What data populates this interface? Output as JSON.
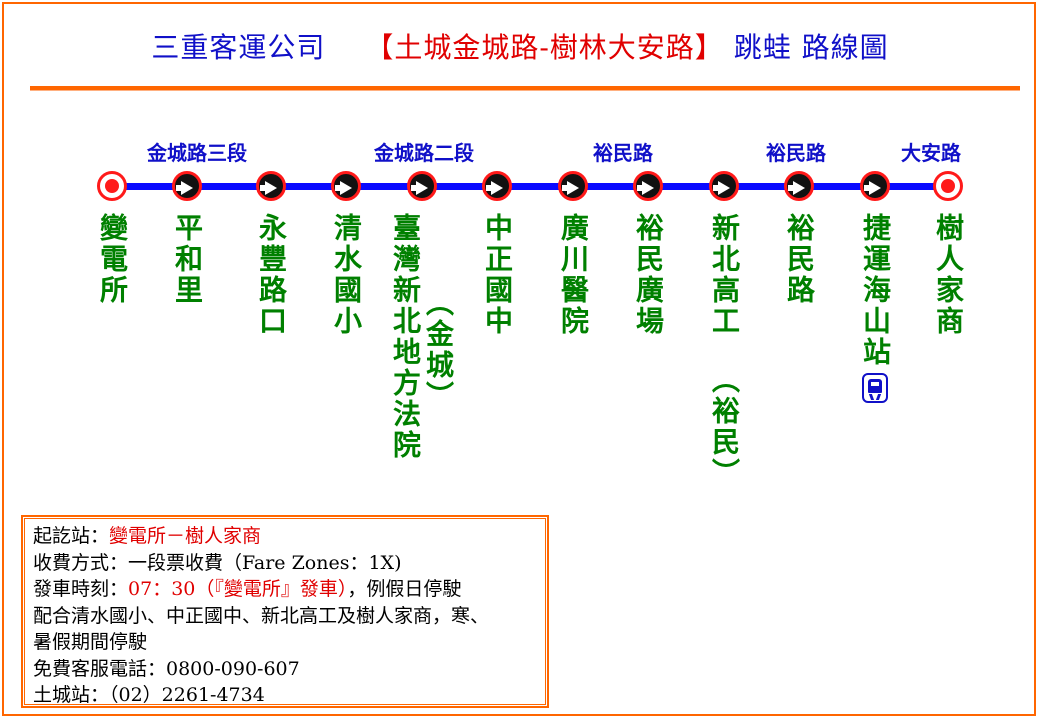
{
  "title": {
    "company": "三重客運公司",
    "route": "【土城金城路-樹林大安路】",
    "suffix": "跳蛙  路線圖"
  },
  "roads": [
    {
      "name": "金城路三段"
    },
    {
      "name": "金城路二段"
    },
    {
      "name": "裕民路"
    },
    {
      "name": "裕民路"
    },
    {
      "name": "大安路"
    }
  ],
  "stops": [
    {
      "name": "變電所",
      "type": "terminal"
    },
    {
      "name": "平和里",
      "type": "pass"
    },
    {
      "name": "永豐路口",
      "type": "pass"
    },
    {
      "name": "清水國小",
      "type": "pass"
    },
    {
      "name": "臺灣新北地方法院",
      "sub": "（金城）",
      "type": "pass"
    },
    {
      "name": "中正國中",
      "type": "pass"
    },
    {
      "name": "廣川醫院",
      "type": "pass"
    },
    {
      "name": "裕民廣場",
      "type": "pass"
    },
    {
      "name": "新北高工",
      "sub": "（裕民）",
      "type": "pass"
    },
    {
      "name": "裕民路",
      "type": "pass"
    },
    {
      "name": "捷運海山站",
      "type": "pass",
      "icon": "metro-icon"
    },
    {
      "name": "樹人家商",
      "type": "terminal"
    }
  ],
  "info": {
    "terminals_label": "起訖站：",
    "terminals_value": "變電所－樹人家商",
    "fare": "收費方式：一段票收費（Fare Zones：1X)",
    "departure_label": "發車時刻：",
    "departure_value": "07：30（『變電所』發車）",
    "departure_note": "，例假日停駛",
    "note_line1": "配合清水國小、中正國中、新北高工及樹人家商，寒、",
    "note_line2": "暑假期間停駛",
    "hotline": "免費客服電話：0800-090-607",
    "station": "土城站：（02）2261-4734"
  },
  "colors": {
    "frame": "#ff6600",
    "route_line": "#0a0aff",
    "stop_ring": "#ff1a1a",
    "stop_text": "#008000",
    "road_text": "#1010c8",
    "title_company": "#1010c8",
    "title_route": "#e00000"
  }
}
